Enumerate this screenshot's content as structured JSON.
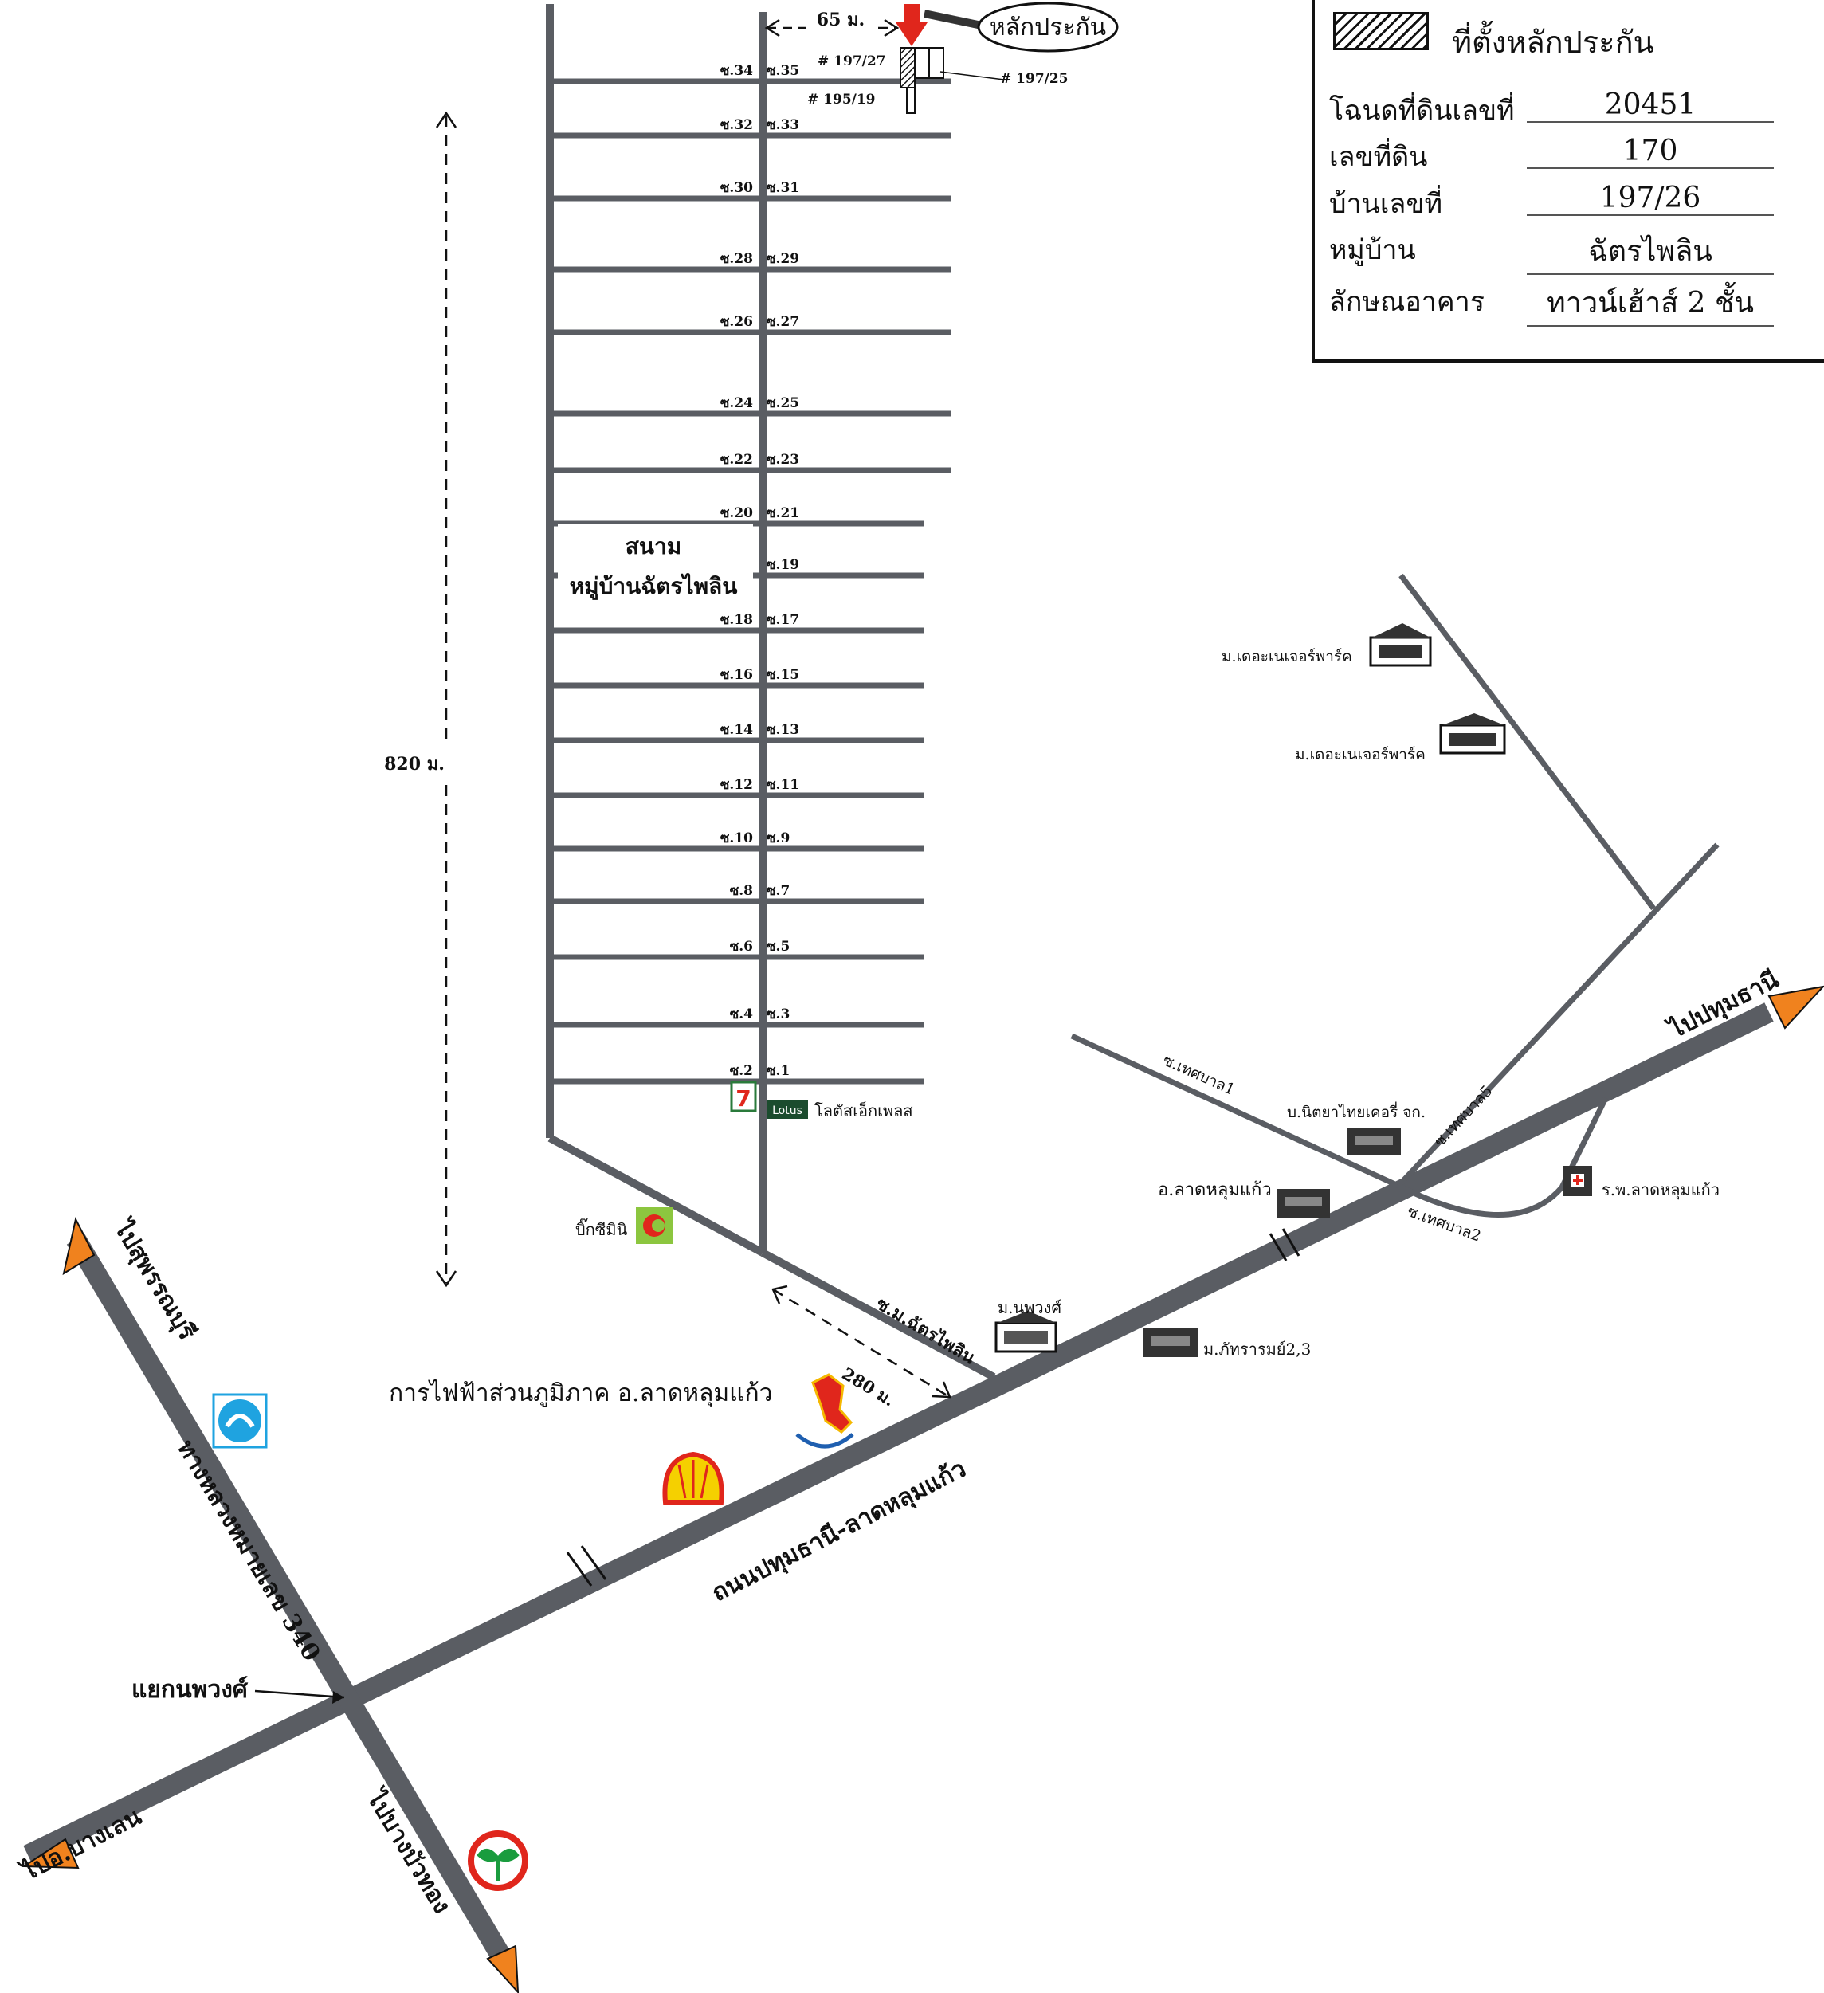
{
  "legend": {
    "title": "ที่ตั้งหลักประกัน",
    "rows": [
      {
        "label": "โฉนดที่ดินเลขที่",
        "value": "20451"
      },
      {
        "label": "เลขที่ดิน",
        "value": "170"
      },
      {
        "label": "บ้านเลขที่",
        "value": "197/26"
      },
      {
        "label": "หมู่บ้าน",
        "value": "ฉัตรไพลิน"
      },
      {
        "label": "ลักษณอาคาร",
        "value": "ทาวน์เฮ้าส์ 2 ชั้น"
      }
    ]
  },
  "collateral": {
    "callout": "หลักประกัน",
    "width_label": "65 ม.",
    "plot_197_27": "# 197/27",
    "plot_197_25": "# 197/25",
    "plot_195_19": "# 195/19"
  },
  "village": {
    "field_label_1": "สนาม",
    "field_label_2": "หมู่บ้านฉัตรไพลิน",
    "length_label": "820 ม.",
    "entrance_length_label": "280 ม.",
    "entrance_road": "ซ.ม.ฉัตรไพลิน",
    "soi_pairs": [
      {
        "l": "ซ.34",
        "r": "ซ.35"
      },
      {
        "l": "ซ.32",
        "r": "ซ.33"
      },
      {
        "l": "ซ.30",
        "r": "ซ.31"
      },
      {
        "l": "ซ.28",
        "r": "ซ.29"
      },
      {
        "l": "ซ.26",
        "r": "ซ.27"
      },
      {
        "l": "ซ.24",
        "r": "ซ.25"
      },
      {
        "l": "ซ.22",
        "r": "ซ.23"
      },
      {
        "l": "ซ.20",
        "r": "ซ.21"
      },
      {
        "l": "",
        "r": "ซ.19"
      },
      {
        "l": "ซ.18",
        "r": "ซ.17"
      },
      {
        "l": "ซ.16",
        "r": "ซ.15"
      },
      {
        "l": "ซ.14",
        "r": "ซ.13"
      },
      {
        "l": "ซ.12",
        "r": "ซ.11"
      },
      {
        "l": "ซ.10",
        "r": "ซ.9"
      },
      {
        "l": "ซ.8",
        "r": "ซ.7"
      },
      {
        "l": "ซ.6",
        "r": "ซ.5"
      },
      {
        "l": "ซ.4",
        "r": "ซ.3"
      },
      {
        "l": "ซ.2",
        "r": "ซ.1"
      }
    ]
  },
  "landmarks": {
    "lotus": "โลตัสเอ็กเพลส",
    "lotus_logo": "Lotus",
    "bigc": "บิ๊กซีมินิ",
    "pea": "การไฟฟ้าส่วนภูมิภาค อ.ลาดหลุมแก้ว",
    "m_naphawong": "ม.นพวงศ์",
    "m_phattharam": "ม.ภัทรารมย์2,3",
    "amphoe": "อ.ลาดหลุมแก้ว",
    "nitya": "บ.นิตยาไทยเคอรี่ จก.",
    "hospital": "ร.พ.ลาดหลุมแก้ว",
    "nature_park_1": "ม.เดอะเนเจอร์พาร์ค",
    "nature_park_2": "ม.เดอะเนเจอร์พาร์ค"
  },
  "roads": {
    "main": "ถนนปทุมธานี-ลาดหลุมแก้ว",
    "to_pathum": "ไปปทุมธานี",
    "to_suphan": "ไปสุพรรณบุรี",
    "hwy340": "ทางหลวงหมายเลข 340",
    "junction": "แยกนพวงศ์",
    "to_banglen": "ไปอ.บางเลน",
    "to_bangbuathong": "ไปบางบัวทอง",
    "thetsaban1": "ซ.เทศบาล1",
    "thetsaban2": "ซ.เทศบาล2",
    "thetsaban5": "ซ.เทศบาล5"
  },
  "icons": [
    "seven-eleven-icon",
    "lotus-logo-icon",
    "bigc-logo-icon",
    "pea-logo-icon",
    "shell-logo-icon",
    "krungthai-logo-icon",
    "kasikorn-logo-icon",
    "building-icon",
    "hospital-icon",
    "red-marker-arrow-icon"
  ],
  "colors": {
    "road": "#5a5d63",
    "arrow": "#f0821e",
    "marker": "#e0261c"
  }
}
